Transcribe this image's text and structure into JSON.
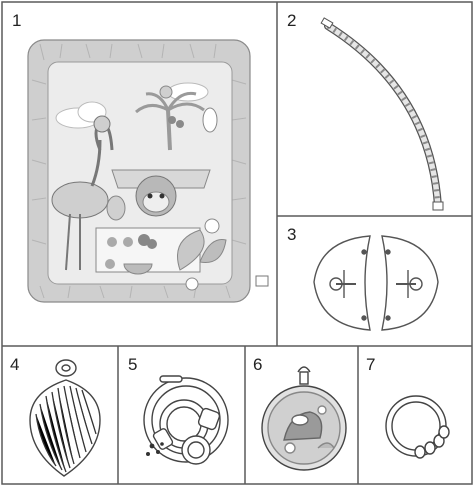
{
  "panels": [
    {
      "id": "1",
      "label": "1",
      "part": "play-mat"
    },
    {
      "id": "2",
      "label": "2",
      "part": "arch"
    },
    {
      "id": "3",
      "label": "3",
      "part": "arch-clips"
    },
    {
      "id": "4",
      "label": "4",
      "part": "leaf-toy"
    },
    {
      "id": "5",
      "label": "5",
      "part": "rattle-rings-toy"
    },
    {
      "id": "6",
      "label": "6",
      "part": "mirror-toy"
    },
    {
      "id": "7",
      "label": "7",
      "part": "ring-toy"
    }
  ],
  "colors": {
    "border": "#5a5a5a",
    "mat_outer": "#cfcfcf",
    "mat_inner": "#ececec",
    "line": "#555555",
    "mid_gray": "#a8a8a8",
    "light_gray": "#dcdcdc"
  }
}
